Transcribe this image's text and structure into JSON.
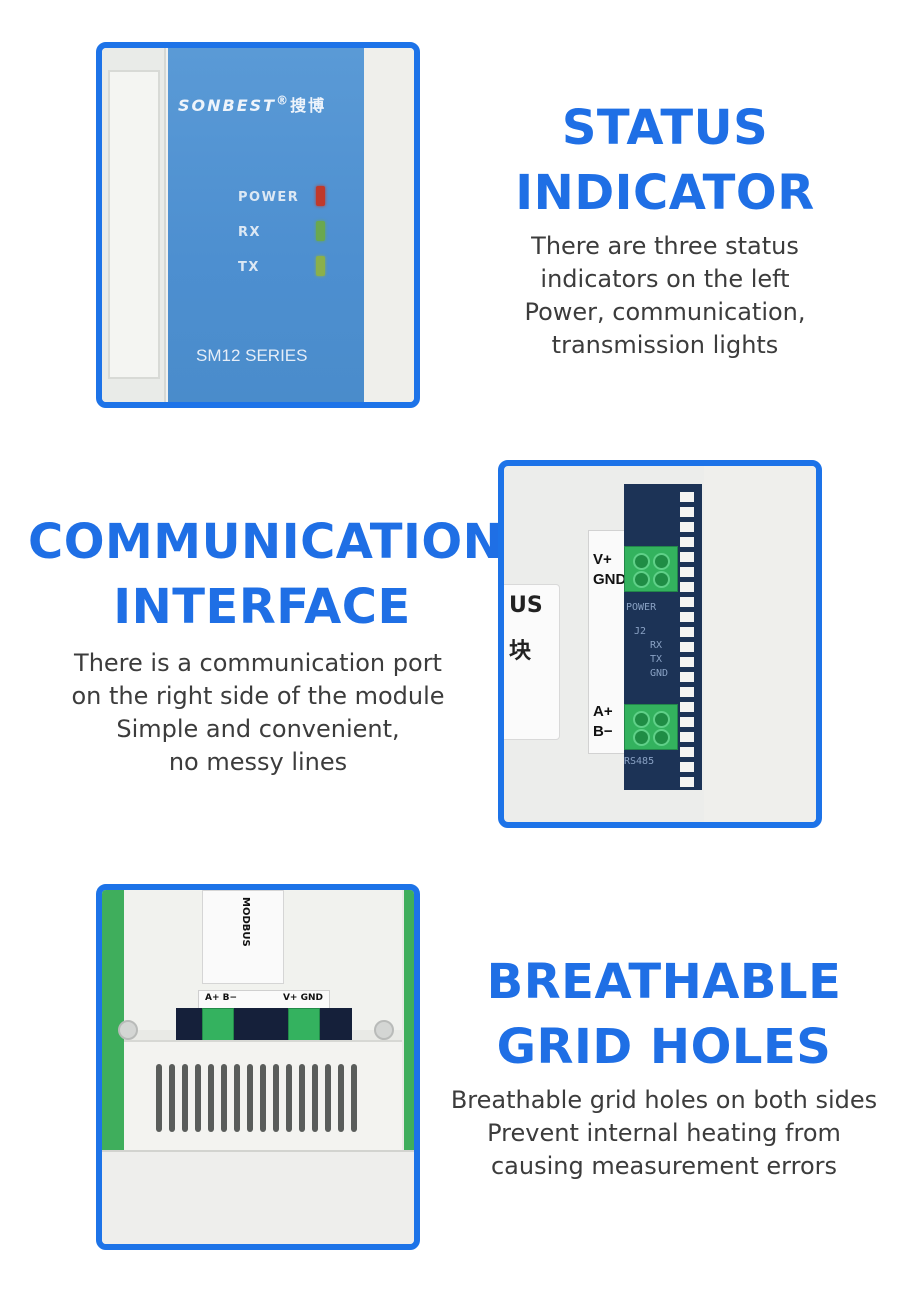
{
  "sections": [
    {
      "heading_lines": [
        "STATUS",
        "INDICATOR"
      ],
      "description_lines": [
        "There are three status",
        "indicators on the left",
        "Power, communication,",
        "transmission lights"
      ]
    },
    {
      "heading_lines": [
        "COMMUNICATION",
        "INTERFACE"
      ],
      "description_lines": [
        "There is a communication port",
        "on the right side of the module",
        "Simple and convenient,",
        "no messy lines"
      ]
    },
    {
      "heading_lines": [
        "BREATHABLE",
        "GRID HOLES"
      ],
      "description_lines": [
        "Breathable grid holes on both sides",
        "Prevent internal heating from",
        "causing measurement errors"
      ]
    }
  ],
  "device1": {
    "brand": "SONBEST",
    "brand_mark": "®",
    "brand_cn": "搜博",
    "leds": [
      {
        "label": "POWER",
        "color": "#c0392b"
      },
      {
        "label": "RX",
        "color": "#6aa84f"
      },
      {
        "label": "TX",
        "color": "#8bb04a"
      }
    ],
    "series": "SM12 SERIES"
  },
  "device2": {
    "card_text_1": "US",
    "card_text_2": "块",
    "terminal_top_labels": [
      "V+",
      "GND"
    ],
    "terminal_bottom_labels": [
      "A+",
      "B−"
    ],
    "pcb_power": "POWER",
    "pcb_j2": "J2",
    "pcb_pins": [
      "RX",
      "TX",
      "GND"
    ],
    "pcb_rs485": "RS485"
  },
  "device3": {
    "sticker_modbus": "MODBUS",
    "label_left": "A+ B−",
    "label_right": "V+ GND"
  },
  "colors": {
    "accent": "#1f6fe5",
    "frame": "#1d73e8",
    "text": "#3c3c3c"
  }
}
